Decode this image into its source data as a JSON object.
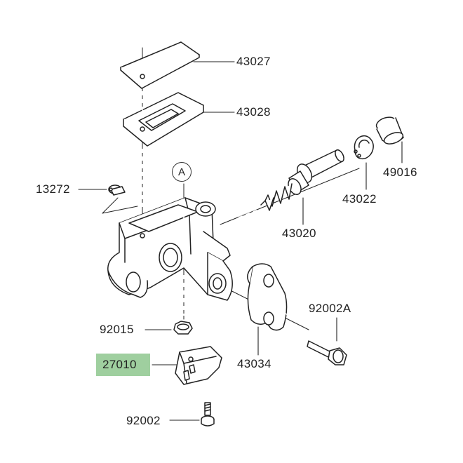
{
  "highlight_color": "#9fcf9f",
  "callout_marker": "A",
  "parts": [
    {
      "id": "43027",
      "highlighted": false
    },
    {
      "id": "43028",
      "highlighted": false
    },
    {
      "id": "49016",
      "highlighted": false
    },
    {
      "id": "13272",
      "highlighted": false
    },
    {
      "id": "43022",
      "highlighted": false
    },
    {
      "id": "43020",
      "highlighted": false
    },
    {
      "id": "92002A",
      "highlighted": false
    },
    {
      "id": "92015",
      "highlighted": false
    },
    {
      "id": "43034",
      "highlighted": false
    },
    {
      "id": "27010",
      "highlighted": true
    },
    {
      "id": "92002",
      "highlighted": false
    }
  ]
}
